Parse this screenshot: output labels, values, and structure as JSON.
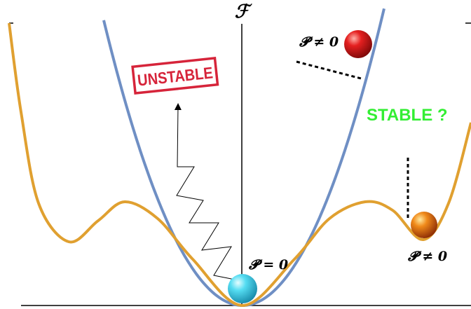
{
  "axis_label": "ℱ",
  "labels": {
    "p_zero": "𝓟 = 0",
    "p_nonzero_top": "𝓟 ≠ 0",
    "p_nonzero_right": "𝓟 ≠ 0",
    "stable": "STABLE ?",
    "unstable": "UNSTABLE"
  },
  "colors": {
    "double_well_curve": "#e0a030",
    "parabola_curve": "#6f8fc4",
    "stable_text": "#33ee33",
    "unstable_stamp": "#d6243a",
    "ball_center": "#30c8e8",
    "ball_top": "#d81818",
    "ball_right": "#e06010"
  }
}
